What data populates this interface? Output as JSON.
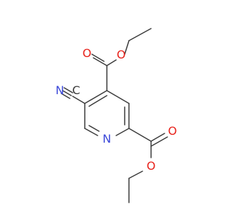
{
  "molecule": {
    "atoms": {
      "o1": "O",
      "o2": "O",
      "o3": "O",
      "o4": "O",
      "nitrile_n": "N",
      "ring_n": "N",
      "nitrile_c": "C"
    },
    "colors": {
      "bond": "#3c3c3c",
      "oxygen": "#e8231c",
      "nitrogen": "#3a47d9",
      "carbon": "#3c3c3c"
    }
  }
}
